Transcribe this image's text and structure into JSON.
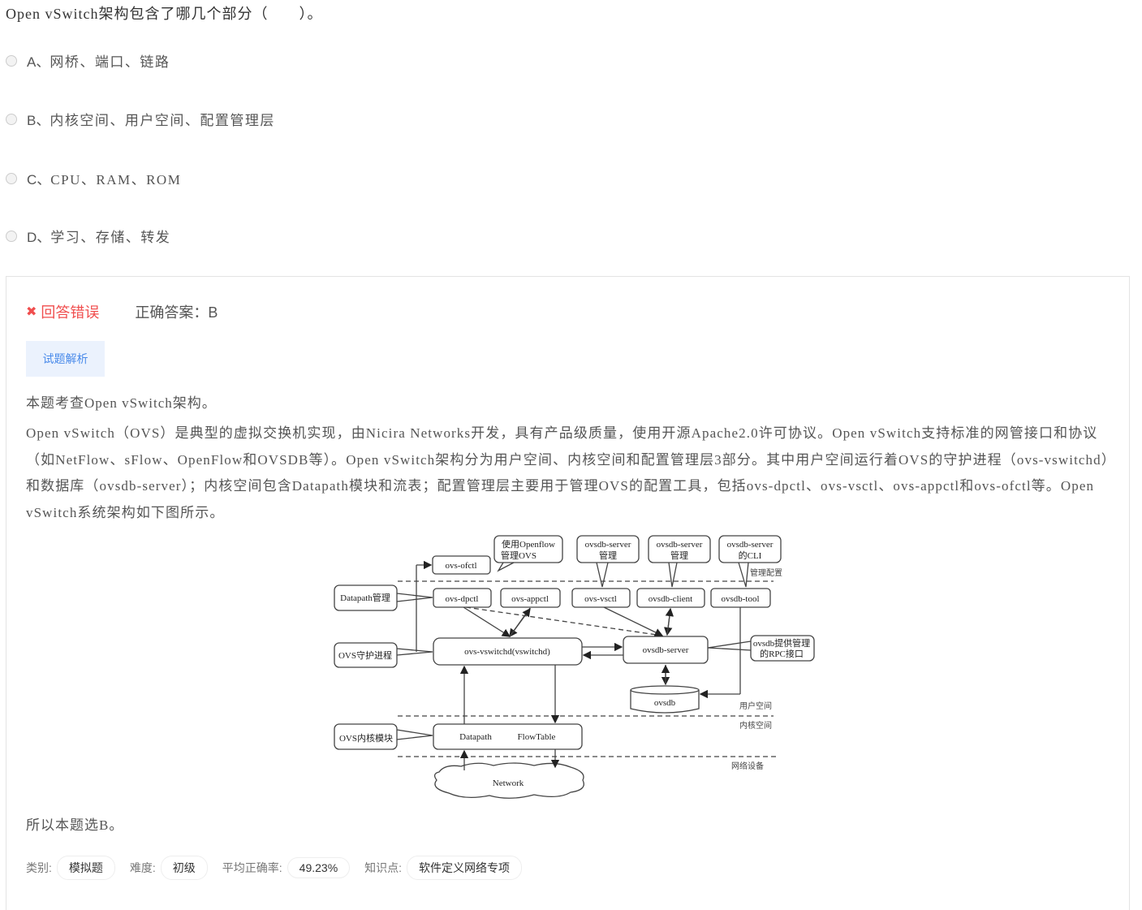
{
  "question": {
    "text": "Open vSwitch架构包含了哪几个部分（　　）。",
    "options": [
      {
        "letter": "A、",
        "text": "网桥、端口、链路"
      },
      {
        "letter": "B、",
        "text": "内核空间、用户空间、配置管理层"
      },
      {
        "letter": "C、",
        "text": "CPU、RAM、ROM"
      },
      {
        "letter": "D、",
        "text": "学习、存储、转发"
      }
    ]
  },
  "result": {
    "status_icon": "close-icon",
    "status": "回答错误",
    "correct_answer": "正确答案：B",
    "status_color": "#f04e4e"
  },
  "analysis": {
    "tab_label": "试题解析",
    "intro": "本题考查Open vSwitch架构。",
    "body": "Open vSwitch（OVS）是典型的虚拟交换机实现，由Nicira Networks开发，具有产品级质量，使用开源Apache2.0许可协议。Open vSwitch支持标准的网管接口和协议（如NetFlow、sFlow、OpenFlow和OVSDB等）。Open vSwitch架构分为用户空间、内核空间和配置管理层3部分。其中用户空间运行着OVS的守护进程（ovs-vswitchd）和数据库（ovsdb-server）；内核空间包含Datapath模块和流表；配置管理层主要用于管理OVS的配置工具，包括ovs-dpctl、ovs-vsctl、ovs-appctl和ovs-ofctl等。Open vSwitch系统架构如下图所示。",
    "conclusion": "所以本题选B。"
  },
  "diagram": {
    "nodes": {
      "ofctl": "ovs-ofctl",
      "dpctl": "ovs-dpctl",
      "appctl": "ovs-appctl",
      "vsctl": "ovs-vsctl",
      "client": "ovsdb-client",
      "tool": "ovsdb-tool",
      "vswitchd": "ovs-vswitchd(vswitchd)",
      "server": "ovsdb-server",
      "db": "ovsdb",
      "datapath": "Datapath",
      "flowtable": "FlowTable",
      "network": "Network"
    },
    "callouts": {
      "openflow_1": "使用Openflow",
      "openflow_2": "管理OVS",
      "vsctl_1": "ovsdb-server",
      "vsctl_2": "管理",
      "client_1": "ovsdb-server",
      "client_2": "管理",
      "tool_1": "ovsdb-server",
      "tool_2": "的CLI",
      "datapath_mgmt": "Datapath管理",
      "daemon": "OVS守护进程",
      "rpc_1": "ovsdb提供管理",
      "rpc_2": "的RPC接口",
      "kernel_module": "OVS内核模块"
    },
    "layers": {
      "mgmt": "管理配置",
      "user": "用户空间",
      "kernel": "内核空间",
      "net": "网络设备"
    }
  },
  "meta": {
    "category_label": "类别:",
    "category": "模拟题",
    "difficulty_label": "难度:",
    "difficulty": "初级",
    "accuracy_label": "平均正确率:",
    "accuracy": "49.23%",
    "knowledge_label": "知识点:",
    "knowledge": "软件定义网络专项"
  }
}
